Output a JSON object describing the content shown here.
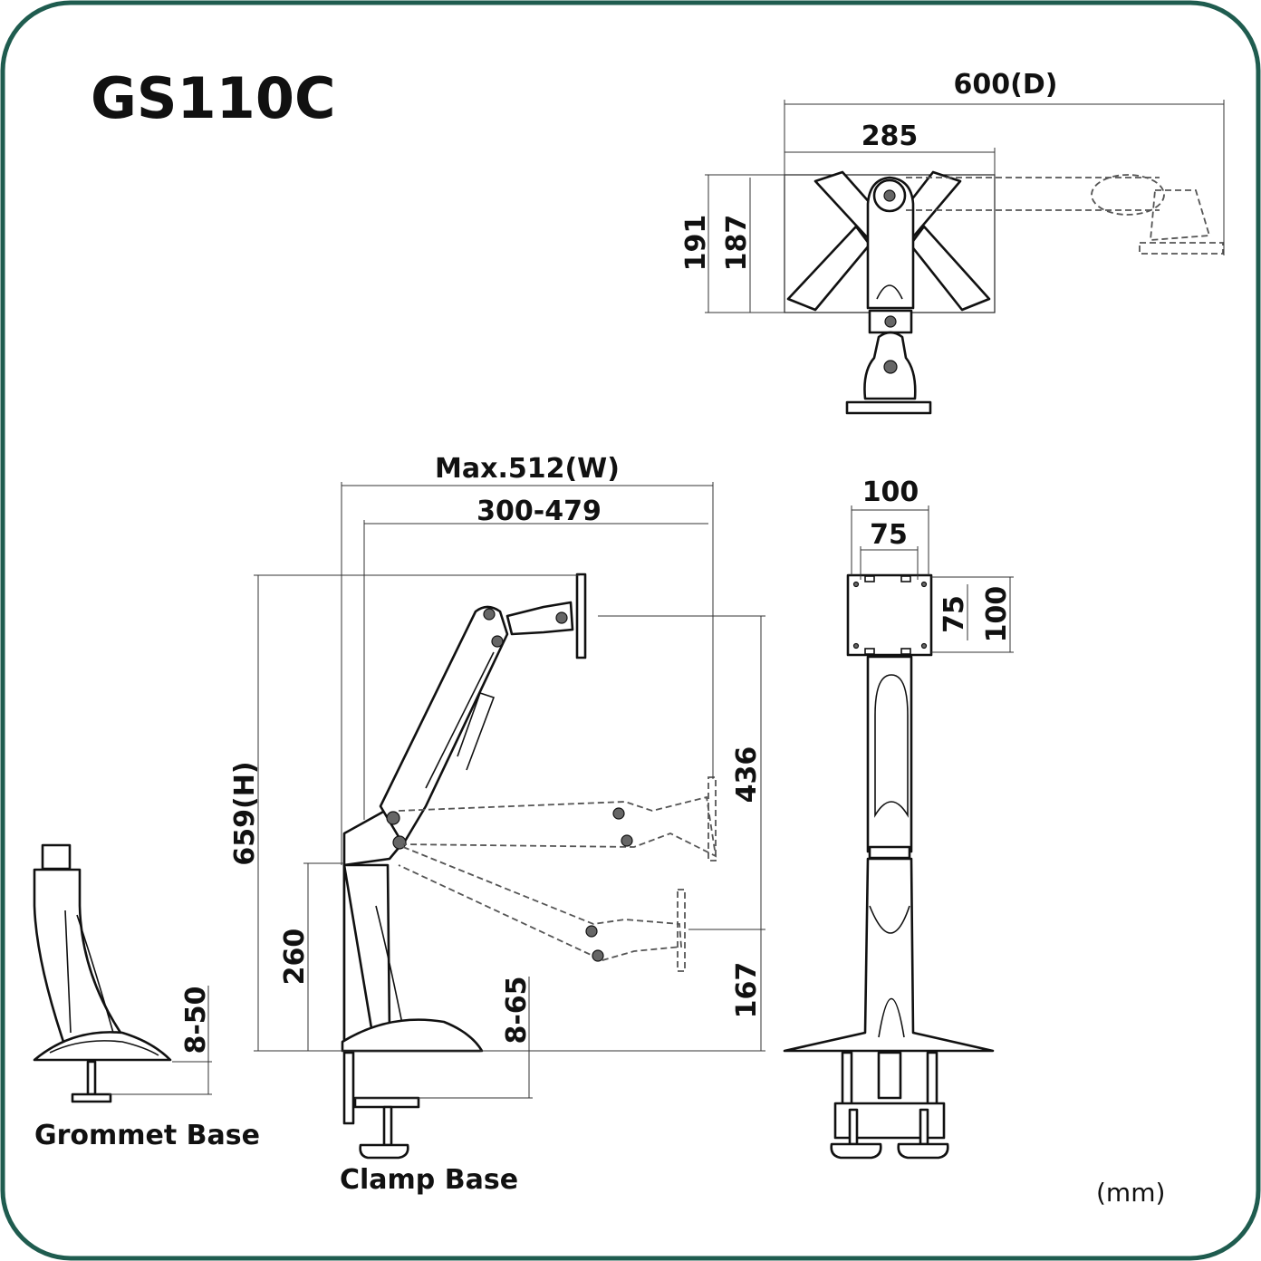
{
  "title": "GS110C",
  "unit": "(mm)",
  "frame_color": "#1f5c4f",
  "labels": {
    "grommet_base": "Grommet Base",
    "clamp_base": "Clamp Base"
  },
  "dimensions": {
    "depth": "600(D)",
    "top_285": "285",
    "top_191": "191",
    "top_187": "187",
    "width_max": "Max.512(W)",
    "width_range": "300-479",
    "height": "659(H)",
    "h_260": "260",
    "h_436": "436",
    "h_167": "167",
    "clamp_range": "8-65",
    "grommet_range": "8-50",
    "vesa_w_100": "100",
    "vesa_w_75": "75",
    "vesa_h_75": "75",
    "vesa_h_100": "100"
  }
}
